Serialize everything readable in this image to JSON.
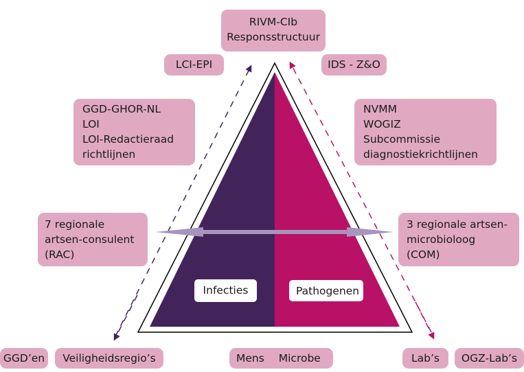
{
  "colors": {
    "infecties_fill": "#42245b",
    "pathogenen_fill": "#b91165",
    "box_fill": "#e0a9c1",
    "arrow_fill": "#a894bd",
    "outline": "#000000"
  },
  "top_box": {
    "lines": [
      "RIVM-CIb",
      "Responsstructuur"
    ]
  },
  "left_tags": {
    "lci_epi": "LCI-EPI"
  },
  "right_tags": {
    "ids_zo": "IDS - Z&O"
  },
  "left_mid_box": {
    "lines": [
      "GGD-GHOR-NL",
      "LOI",
      "LOI-Redactieraad",
      "richtlijnen"
    ]
  },
  "right_mid_box": {
    "lines": [
      "NVMM",
      "WOGIZ",
      "Subcommissie",
      "diagnostiekrichtlijnen"
    ]
  },
  "left_regional_box": {
    "lines": [
      "7 regionale",
      "artsen-consulent",
      "(RAC)"
    ]
  },
  "right_regional_box": {
    "lines": [
      "3 regionale artsen-",
      "microbioloog",
      "(COM)"
    ]
  },
  "triangle": {
    "left_label": "Infecties",
    "right_label": "Pathogenen"
  },
  "bottom": {
    "ggden": "GGD’en",
    "veiligheidsregios": "Veiligheidsregio’s",
    "mens": "Mens",
    "microbe": "Microbe",
    "labs": "Lab’s",
    "ogz_labs": "OGZ-Lab’s"
  }
}
